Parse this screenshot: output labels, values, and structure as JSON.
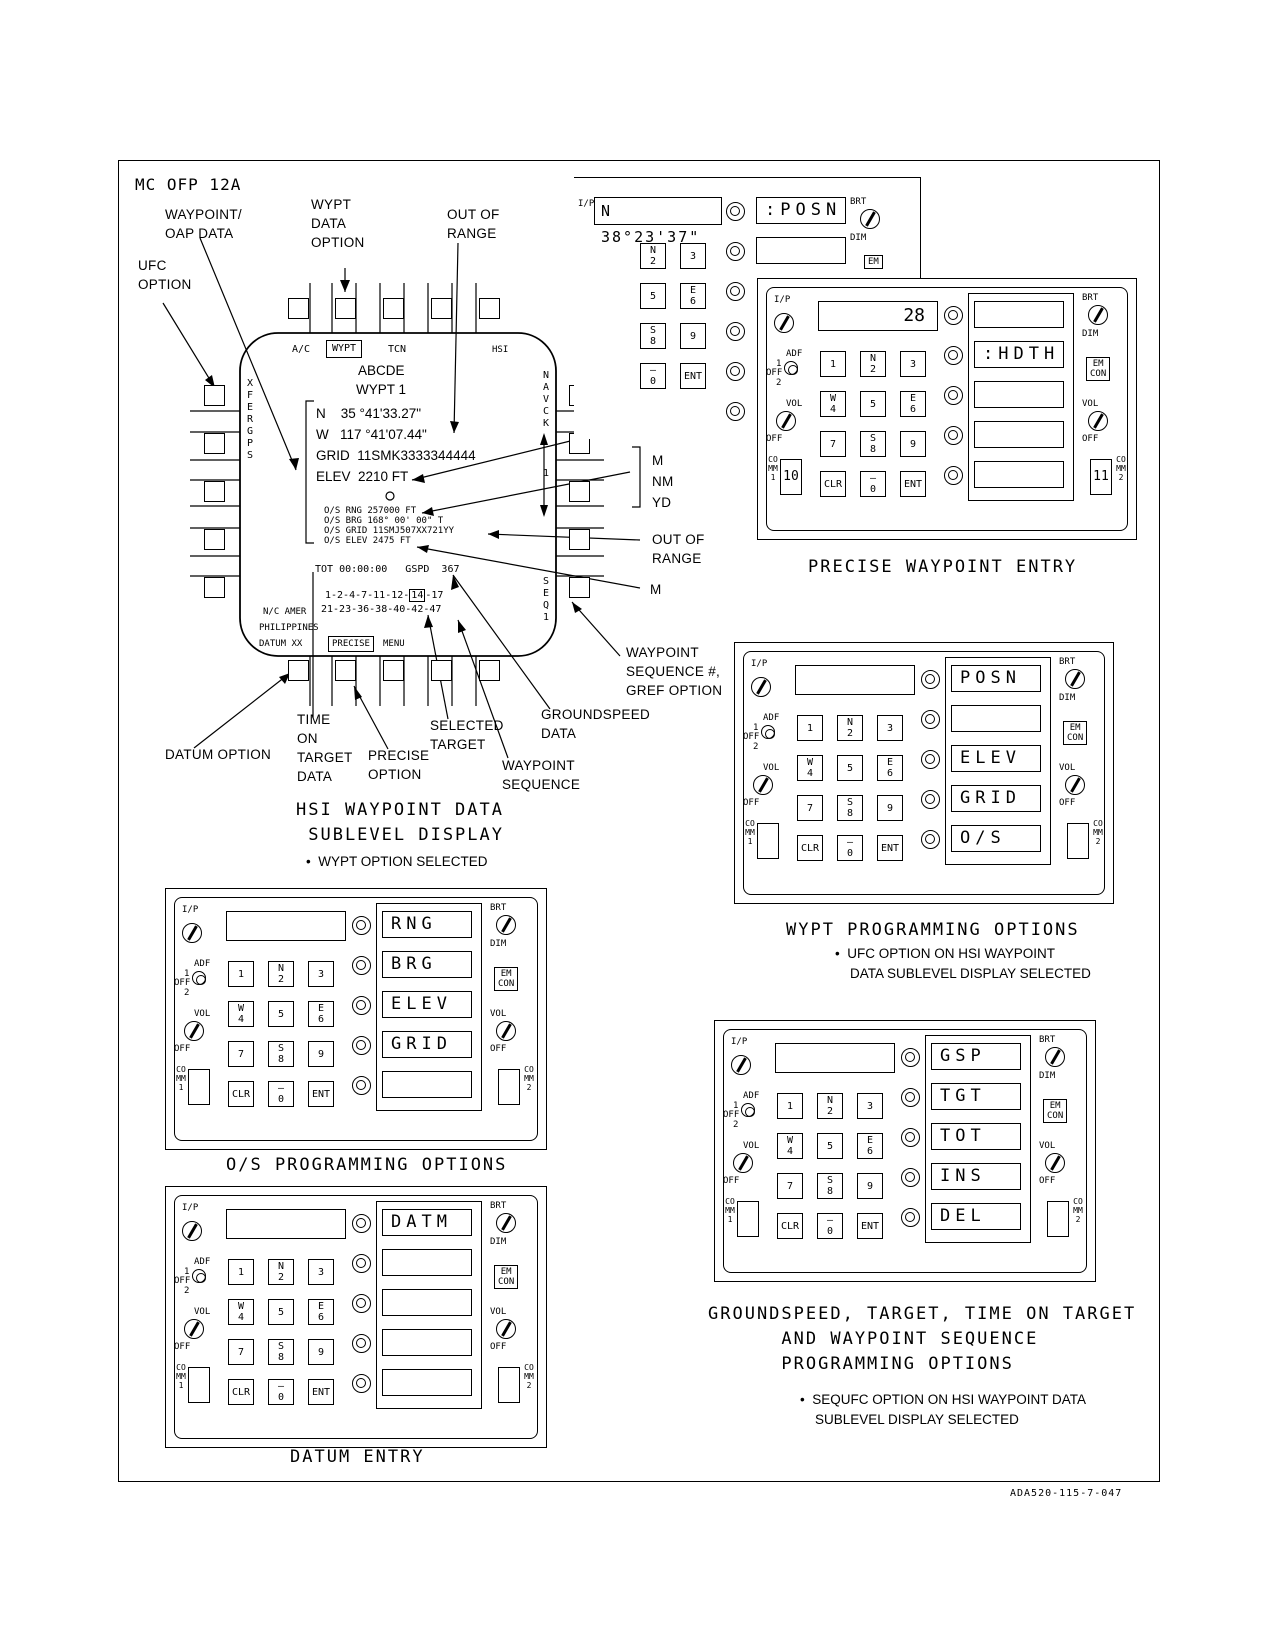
{
  "header": {
    "title": "MC OFP 12A",
    "figure_id": "ADA520-115-7-047"
  },
  "hsi": {
    "top_labels": {
      "ac": "A/C",
      "wypt": "WYPT",
      "tcn": "TCN",
      "hsi": "HSI"
    },
    "left_side": "XFER GPS",
    "right_side_top": "NAVCK",
    "right_side_num": "1",
    "right_side_bottom": "SEQ1",
    "name": "ABCDE",
    "wypt": "WYPT 1",
    "lat": "N    35 °41'33.27\"",
    "lon": "W   117 °41'07.44\"",
    "grid": "GRID  11SMK3333344444",
    "elev": "ELEV  2210 FT",
    "os_rng": "O/S RNG 257000 FT",
    "os_brg": "O/S BRG 168° 00' 00\" T",
    "os_grid": "O/S GRID 11SMJ507XX721YY",
    "os_elev": "O/S ELEV 2475 FT",
    "tot": "TOT 00:00:00   GSPD  367",
    "seq1": "1-2-4-7-11-12-",
    "seq1_box": "14",
    "seq1_end": "-17",
    "seq2": "21-23-36-38-40-42-47",
    "datum_region": "N/C AMER",
    "datum_country": "PHILIPPINES",
    "datum": "DATUM XX",
    "precise": "PRECISE",
    "menu": "MENU",
    "bottom_o": "O"
  },
  "callouts": {
    "wypt_data_option": "WYPT\nDATA\nOPTION",
    "waypoint_oap": "WAYPOINT/\nOAP DATA",
    "out_of_range_top": "OUT OF\nRANGE",
    "ufc_option": "UFC\nOPTION",
    "m_1": "M",
    "m_nm_yd": "M\nNM\nYD",
    "out_of_range_mid": "OUT OF\nRANGE",
    "m_2": "M",
    "waypoint_seq_gref": "WAYPOINT\nSEQUENCE #,\nGREF OPTION",
    "groundspeed_data": "GROUNDSPEED\nDATA",
    "selected_target": "SELECTED\nTARGET",
    "waypoint_sequence": "WAYPOINT\nSEQUENCE",
    "datum_option": "DATUM OPTION",
    "time_on_target": "TIME\nON\nTARGET\nDATA",
    "precise_option": "PRECISE\nOPTION"
  },
  "captions": {
    "hsi": "HSI WAYPOINT DATA\n SUBLEVEL DISPLAY",
    "hsi_note": "•  WYPT OPTION SELECTED",
    "precise": "PRECISE WAYPOINT ENTRY",
    "wypt_prog": "WYPT PROGRAMMING OPTIONS",
    "wypt_note": "•  UFC OPTION ON HSI WAYPOINT\n    DATA SUBLEVEL DISPLAY SELECTED",
    "os_prog": "O/S PROGRAMMING OPTIONS",
    "datum": "DATUM ENTRY",
    "gsp": "GROUNDSPEED, TARGET, TIME ON TARGET\n      AND WAYPOINT SEQUENCE\n      PROGRAMMING OPTIONS",
    "gsp_note": "•  SEQUFC OPTION ON HSI WAYPOINT DATA\n    SUBLEVEL DISPLAY SELECTED"
  },
  "ufc": {
    "ip": "I/P",
    "adf": "ADF",
    "one": "1",
    "off": "OFF",
    "two": "2",
    "vol": "VOL",
    "brt": "BRT",
    "dim": "DIM",
    "em": "EM",
    "con": "CON",
    "comm1": "COMM1",
    "comm2": "COMM2",
    "keys": [
      [
        "1",
        ""
      ],
      [
        "N",
        "2"
      ],
      [
        "3",
        ""
      ],
      [
        "W",
        "4"
      ],
      [
        "5",
        ""
      ],
      [
        "E",
        "6"
      ],
      [
        "7",
        ""
      ],
      [
        "S",
        "8"
      ],
      [
        "9",
        ""
      ],
      [
        "CLR",
        ""
      ],
      [
        "–",
        "0"
      ],
      [
        "ENT",
        ""
      ]
    ],
    "back_scratch": "N 38°23'37\"",
    "back_opt1": ":POSN",
    "precise_scratch": "28",
    "precise_opts": [
      "",
      ":HDTH",
      "",
      "",
      ""
    ],
    "precise_comm1": "10",
    "precise_comm2": "11",
    "wypt_opts": [
      "POSN",
      "",
      "ELEV",
      "GRID",
      "O/S"
    ],
    "os_opts": [
      "RNG",
      "BRG",
      "ELEV",
      "GRID",
      ""
    ],
    "datum_opts": [
      "DATM",
      "",
      "",
      "",
      ""
    ],
    "gsp_opts": [
      "GSP",
      "TGT",
      "TOT",
      "INS",
      "DEL"
    ]
  }
}
